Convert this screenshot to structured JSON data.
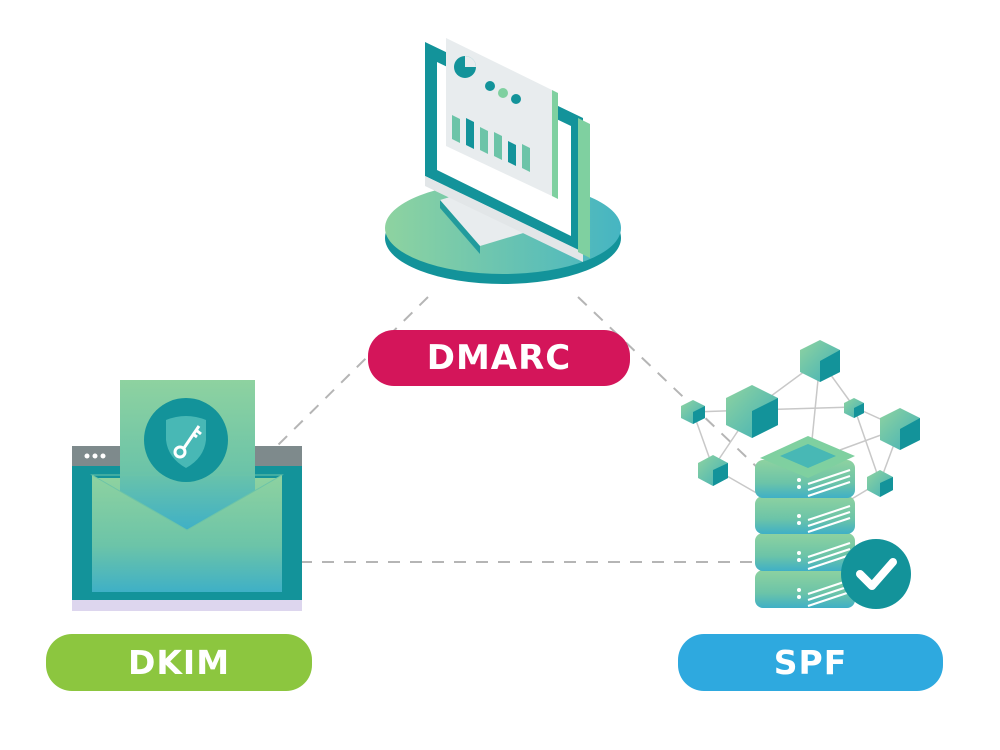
{
  "diagram": {
    "nodes": [
      {
        "id": "dmarc",
        "label": "DMARC",
        "icon": "monitor-dashboard-icon",
        "color": "#d4155a"
      },
      {
        "id": "dkim",
        "label": "DKIM",
        "icon": "envelope-shield-key-icon",
        "color": "#8cc63f"
      },
      {
        "id": "spf",
        "label": "SPF",
        "icon": "server-network-check-icon",
        "color": "#2ea9df"
      }
    ],
    "edges": [
      {
        "from": "dmarc",
        "to": "dkim",
        "style": "dashed"
      },
      {
        "from": "dmarc",
        "to": "spf",
        "style": "dashed"
      },
      {
        "from": "dkim",
        "to": "spf",
        "style": "dashed"
      }
    ]
  },
  "colors": {
    "teal_dark": "#13939a",
    "teal_mid": "#48b8b5",
    "mint": "#86cfa1",
    "gray_bar": "#7e8a8c",
    "dashed_line": "#b5b5b5",
    "panel_light": "#e8ecee",
    "lavender": "#ddd6ee"
  }
}
